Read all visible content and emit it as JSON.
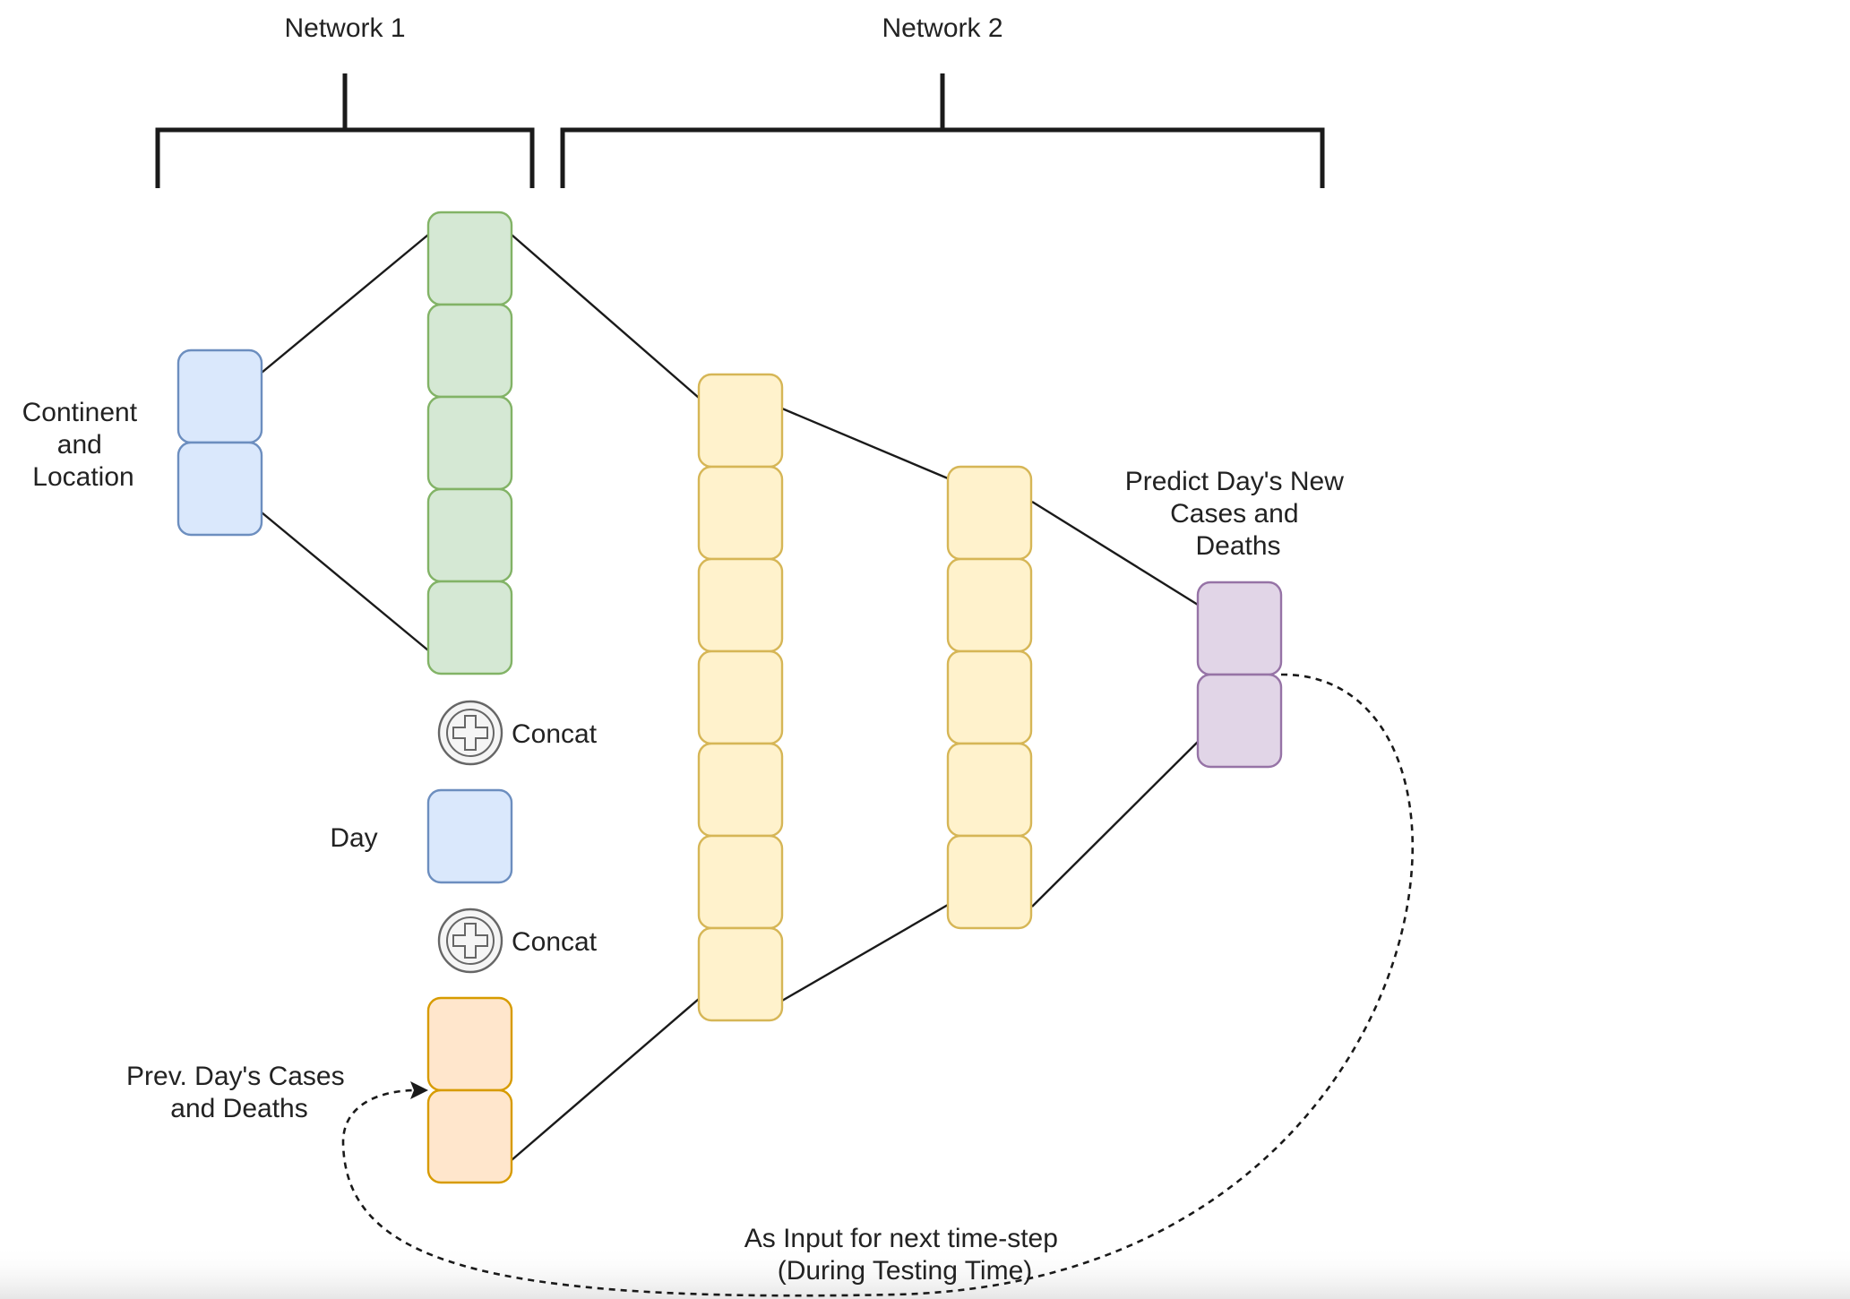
{
  "labels": {
    "network1": "Network 1",
    "network2": "Network 2",
    "continent_location": [
      "Continent",
      "and",
      "Location"
    ],
    "concat_top": "Concat",
    "day": "Day",
    "concat_bottom": "Concat",
    "prev_day": [
      "Prev. Day's Cases",
      "and Deaths"
    ],
    "predict": [
      "Predict Day's New",
      "Cases and",
      "Deaths"
    ],
    "feedback": [
      "As Input for next time-step",
      "(During Testing Time)"
    ]
  },
  "layers": {
    "continent_location": {
      "units": 2,
      "color": "blue"
    },
    "embedding": {
      "units": 5,
      "color": "green"
    },
    "day": {
      "units": 1,
      "color": "blue"
    },
    "prev_day": {
      "units": 2,
      "color": "orange"
    },
    "hidden_1": {
      "units": 7,
      "color": "yellow"
    },
    "hidden_2": {
      "units": 5,
      "color": "yellow"
    },
    "output": {
      "units": 2,
      "color": "purple"
    }
  },
  "colors": {
    "blue": {
      "fill": "#dae8fc",
      "stroke": "#6c8ebf"
    },
    "green": {
      "fill": "#d5e8d4",
      "stroke": "#82b366"
    },
    "yellow": {
      "fill": "#fff2cc",
      "stroke": "#d6b656"
    },
    "orange": {
      "fill": "#ffe6cc",
      "stroke": "#d79b00"
    },
    "purple": {
      "fill": "#e1d5e7",
      "stroke": "#9673a6"
    },
    "concat_fill": "#f5f5f5",
    "concat_stroke": "#666666"
  },
  "icons": {
    "concat": "plus-circle-icon",
    "arrow": "arrowhead-icon"
  }
}
